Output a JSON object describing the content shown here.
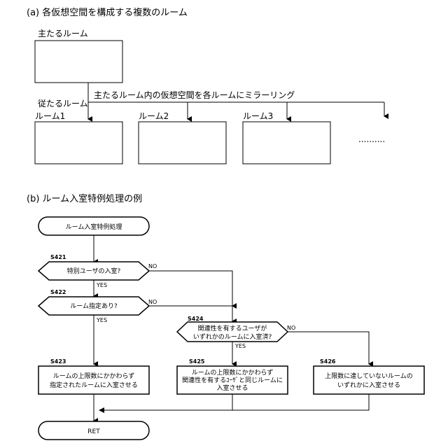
{
  "part_a": {
    "title": "(a) 各仮想空間を構成する複数のルーム",
    "main_room_label": "主たるルーム",
    "mirror_label": "主たるルーム内の仮想空間を各ルームにミラーリング",
    "sub_room_label": "従たるルーム",
    "rooms": [
      "ルーム1",
      "ルーム2",
      "ルーム3"
    ],
    "ellipsis": ".........."
  },
  "part_b": {
    "title": "(b) ルーム入室特例処理の例",
    "start": "ルーム入室特例処理",
    "steps": {
      "s421": {
        "id": "S421",
        "text": "特別ユーザの入室?"
      },
      "s422": {
        "id": "S422",
        "text": "ルーム指定あり?"
      },
      "s424": {
        "id": "S424",
        "line1": "関連性を有するユーザが",
        "line2": "いずれかのルームに入室済?"
      },
      "s423": {
        "id": "S423",
        "line1": "ルームの上限数にかかわらず",
        "line2": "指定されたルームに入室させる"
      },
      "s425": {
        "id": "S425",
        "line1": "ルームの上限数にかかわらず",
        "line2": "関連性を有するﾕｰｻﾞと同じルームに",
        "line3": "入室させる"
      },
      "s426": {
        "id": "S426",
        "line1": "上限数に達していないルームの",
        "line2": "いずれかに入室させる"
      }
    },
    "yes": "YES",
    "no": "NO",
    "end": "RET"
  }
}
